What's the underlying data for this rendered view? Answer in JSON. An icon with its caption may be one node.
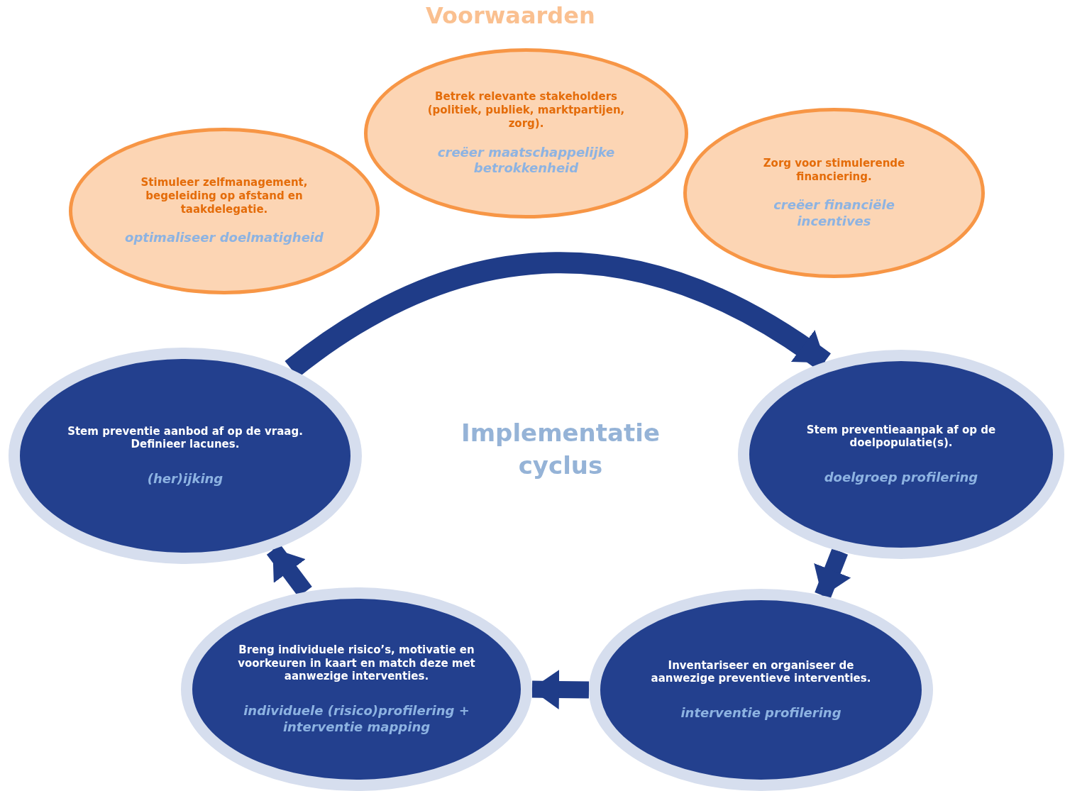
{
  "diagram": {
    "title": "Voorwaarden",
    "nodes": [
      {
        "text": [
          "Stimuleer zelfmanagement, begeleiding op afstand en taakdelegatie.",
          "optimaliseer doelmatigheid"
        ]
      },
      {
        "text": [
          "Betrek relevante stakeholders (politiek, publiek, marktpartijen, zorg).",
          "creëer maatschappelijke betrokkenheid"
        ]
      },
      {
        "text": [
          "Zorg voor stimulerende financiering.",
          "creëer financiële incentives"
        ]
      },
      {
        "text": [
          "Stem preventie aanbod af op de vraag. Definieer lacunes.",
          "(her)ijking"
        ]
      },
      {
        "text": [
          "Stem preventieaanpak af op de doelpopulatie(s).",
          "doelgroep profilering"
        ]
      },
      {
        "text": [
          "Inventariseer en organiseer de aanwezige preventieve interventies.",
          "interventie profilering"
        ]
      },
      {
        "text": [
          "Breng individuele risico’s, motivatie en voorkeuren in kaart en match deze met aanwezige interventies.",
          "individuele (risico)profilering + interventie mapping"
        ]
      }
    ],
    "edges": [
      {
        "from": 3,
        "to": 4,
        "arrow": "to"
      },
      {
        "from": 4,
        "to": 5,
        "arrow": "to"
      },
      {
        "from": 5,
        "to": 6,
        "arrow": "to"
      },
      {
        "from": 6,
        "to": 3,
        "arrow": "to"
      }
    ],
    "labels": [
      "Implementatie cyclus"
    ]
  }
}
